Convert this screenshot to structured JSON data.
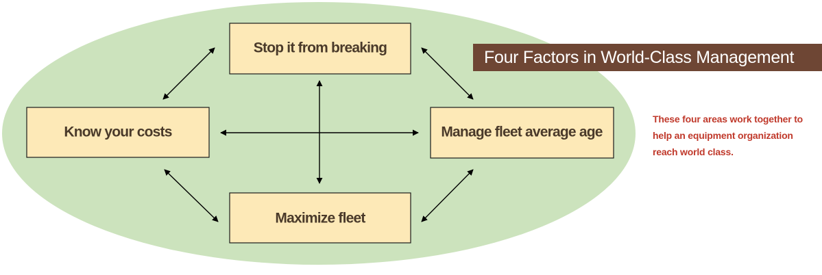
{
  "title": "Four Factors in World-Class Management",
  "caption": "These four areas work together to help an equipment organization reach world class.",
  "nodes": {
    "top": "Stop it from breaking",
    "left": "Know your costs",
    "right": "Manage fleet average age",
    "bottom": "Maximize fleet"
  },
  "colors": {
    "ellipse_fill": "#cce3bd",
    "box_fill": "#fde9b7",
    "banner_bg": "#6e4634",
    "banner_text": "#ffffff",
    "caption_text": "#c0392b",
    "node_text": "#4a3a2a"
  }
}
